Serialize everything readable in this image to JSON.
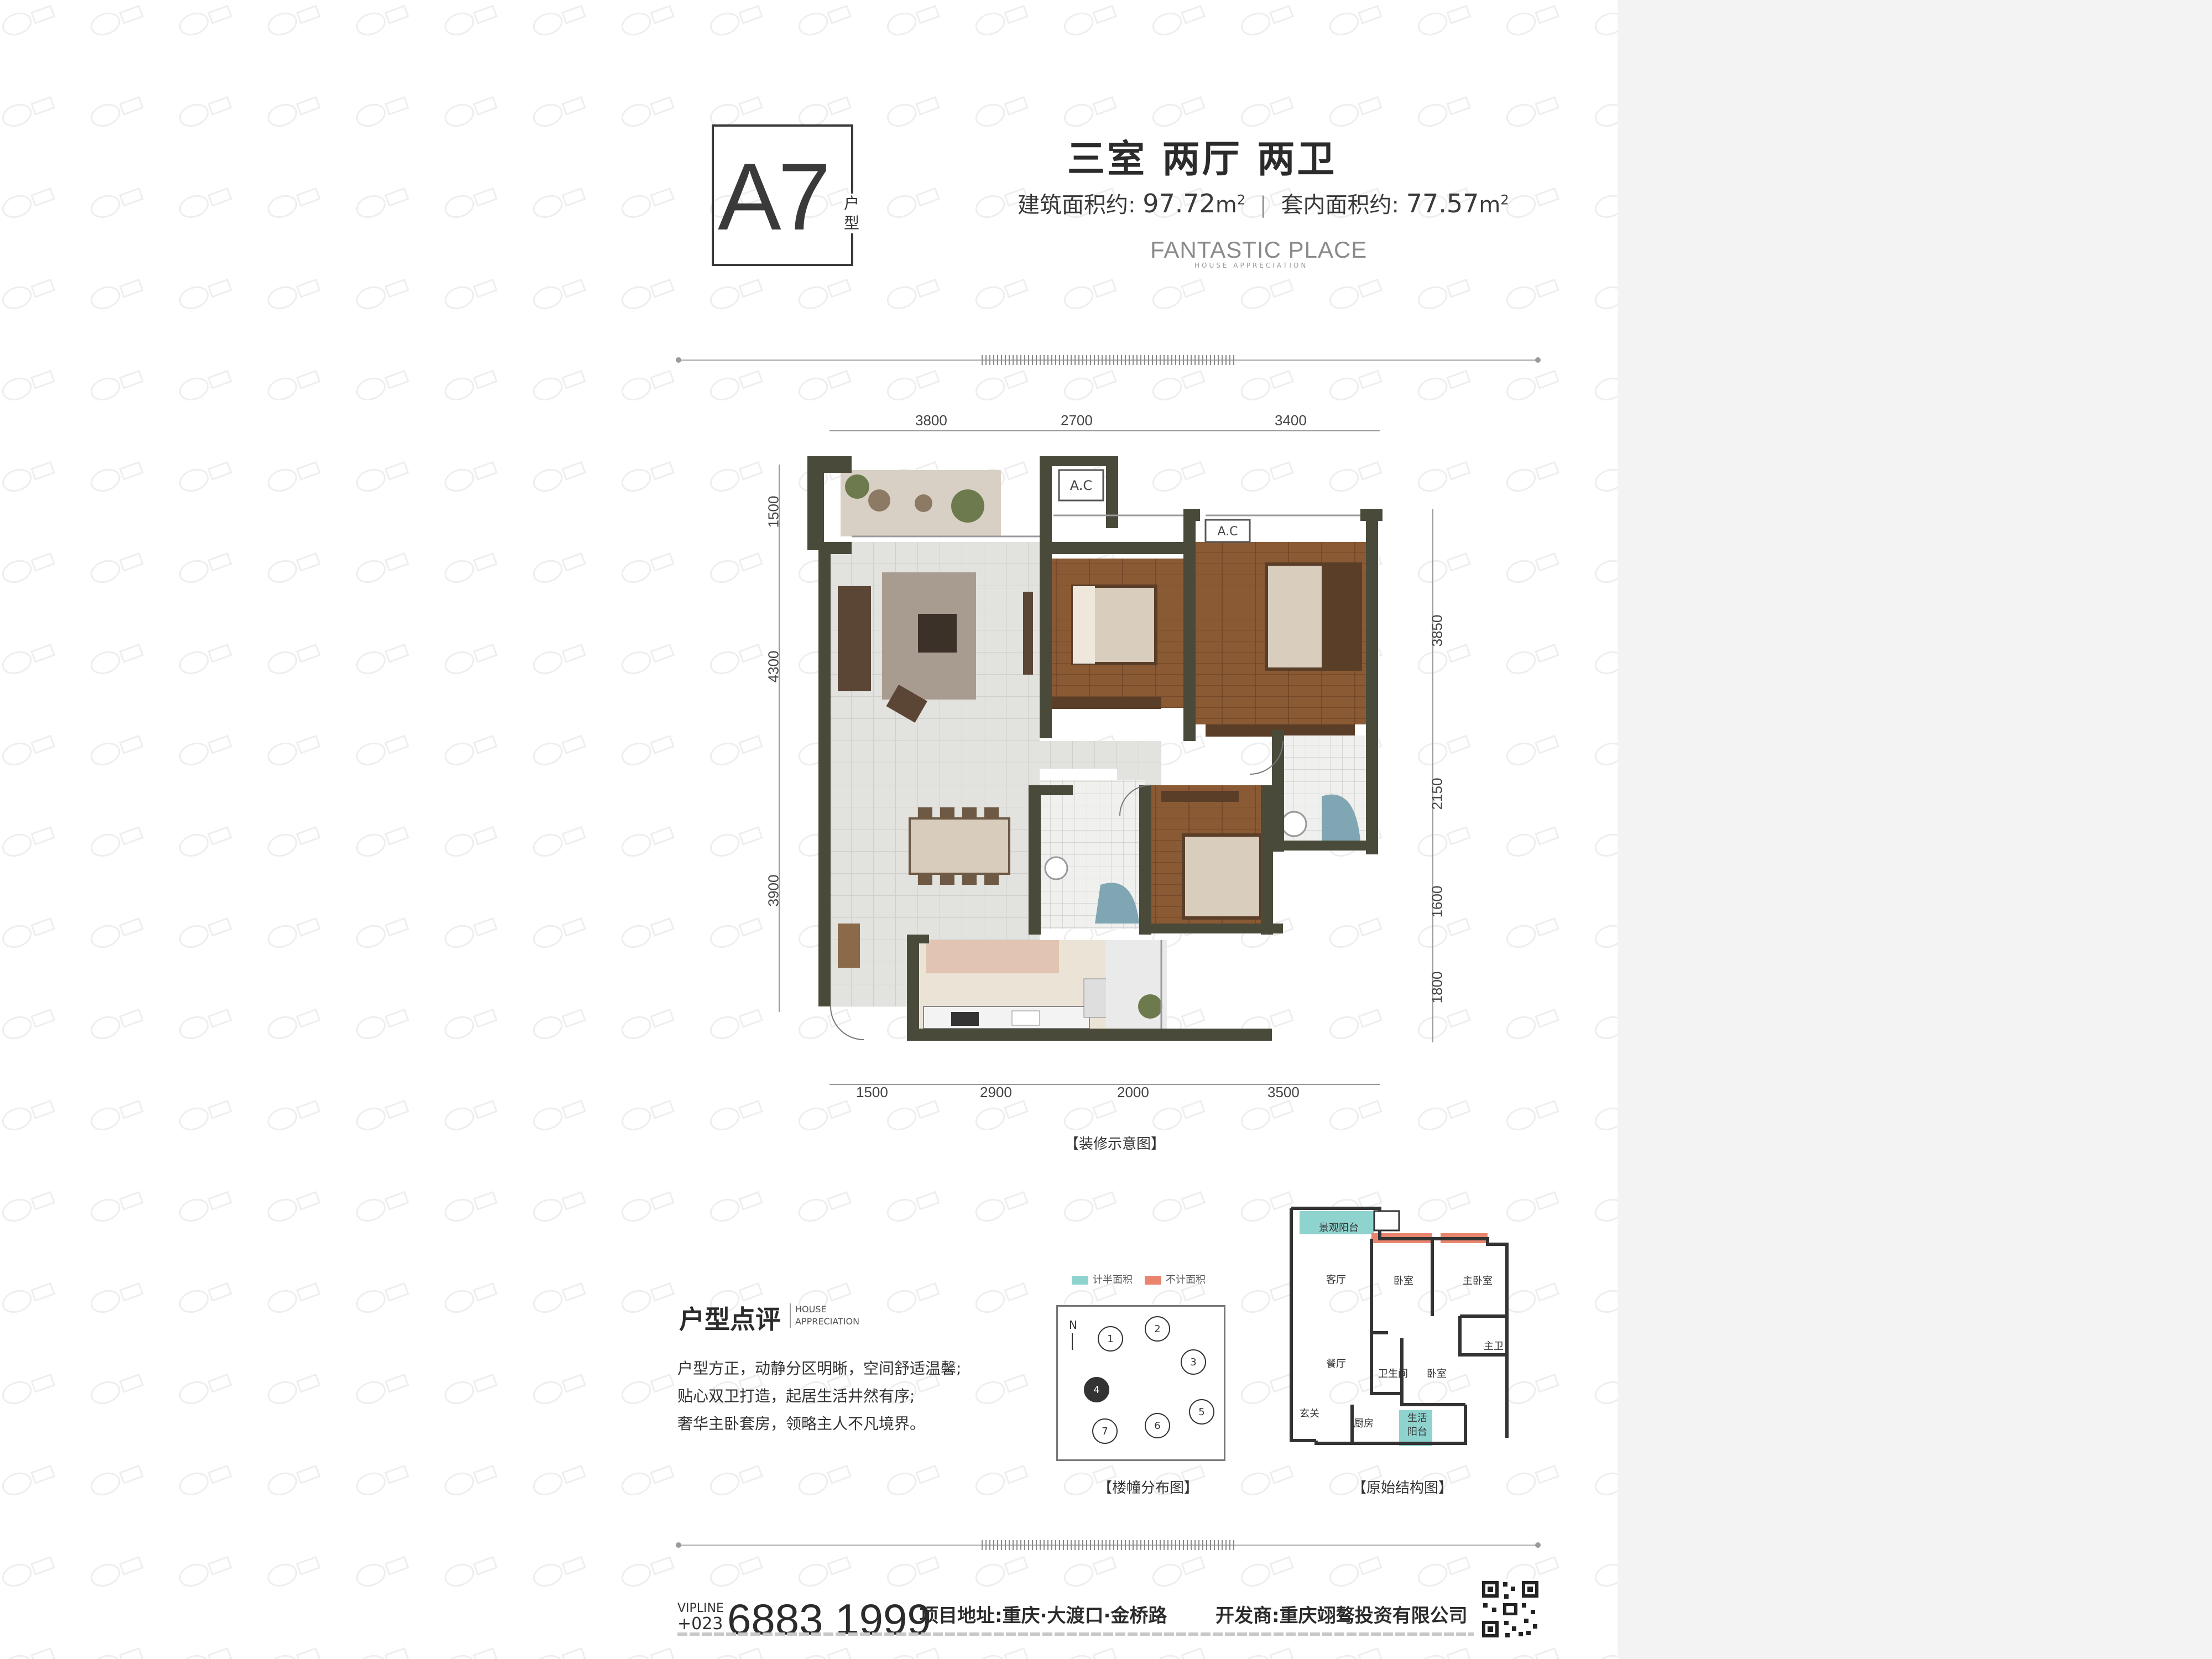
{
  "header": {
    "unit_code": "A7",
    "unit_suffix": "户型",
    "layout_title": "三室 两厅 两卫",
    "gross_area_label": "建筑面积约:",
    "gross_area_value": "97.72",
    "inner_area_label": "套内面积约:",
    "inner_area_value": "77.57",
    "area_unit": "m",
    "area_unit_sup": "2",
    "separator": "|",
    "brand": "FANTASTIC PLACE",
    "brand_sub": "HOUSE APPRECIATION"
  },
  "dimensions": {
    "top": [
      "3800",
      "2700",
      "3400"
    ],
    "bottom": [
      "1500",
      "2900",
      "2000",
      "3500"
    ],
    "left": [
      "1500",
      "4300",
      "3900"
    ],
    "right": [
      "3850",
      "2150",
      "1600",
      "1800"
    ]
  },
  "plan": {
    "caption": "【装修示意图】",
    "ac_labels": [
      "A.C",
      "A.C"
    ]
  },
  "appreciation": {
    "title": "户型点评",
    "title_en_1": "HOUSE",
    "title_en_2": "APPRECIATION",
    "lines": [
      "户型方正，动静分区明晰，空间舒适温馨;",
      "贴心双卫打造，起居生活井然有序;",
      "奢华主卧套房，领略主人不凡境界。"
    ]
  },
  "legend": {
    "half_area": "计半面积",
    "no_area": "不计面积",
    "half_color": "#8fd3cf",
    "no_color": "#e9856e"
  },
  "site_map": {
    "caption": "【楼幢分布图】",
    "north": "N",
    "building_numbers": [
      "1",
      "2",
      "3",
      "4",
      "5",
      "6",
      "7"
    ]
  },
  "structure_map": {
    "caption": "【原始结构图】",
    "rooms": {
      "balcony": "景观阳台",
      "living": "客厅",
      "bedroom1": "卧室",
      "master": "主卧室",
      "master_bath": "主卫",
      "dining": "餐厅",
      "bathroom": "卫生间",
      "bedroom2": "卧室",
      "entrance": "玄关",
      "kitchen": "厨房",
      "utility_1": "生活",
      "utility_2": "阳台"
    }
  },
  "footer": {
    "vip_1": "VIPLINE",
    "vip_2": "+023",
    "phone": "6883 1999",
    "address": "项目地址:重庆·大渡口·金桥路",
    "developer": "开发商:重庆翊骜投资有限公司"
  },
  "colors": {
    "wall": "#4a4a3a",
    "floor_wood": "#8a5a34",
    "floor_tile": "#d9d9d6",
    "rug": "#a89c90",
    "accent_teal": "#8fd3cf",
    "accent_red": "#e9856e"
  }
}
